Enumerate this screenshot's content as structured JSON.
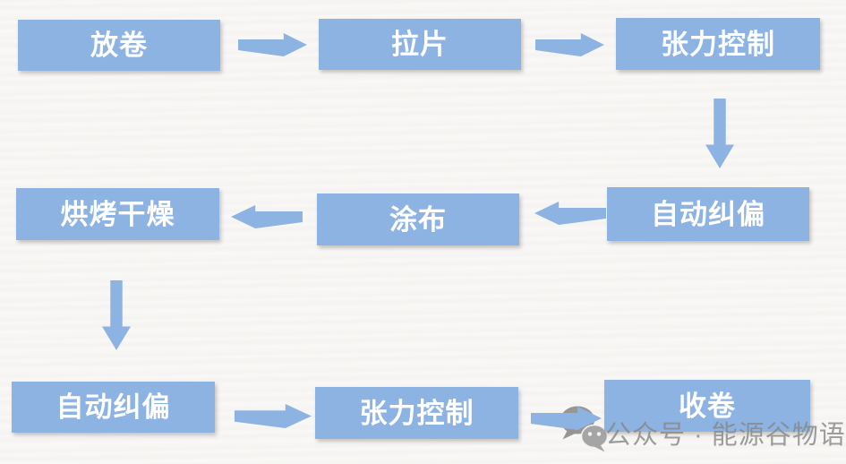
{
  "flowchart": {
    "title_hint": "coating-process-flow",
    "boxes": [
      {
        "id": "unwind",
        "label": "放卷"
      },
      {
        "id": "pull-sheet",
        "label": "拉片"
      },
      {
        "id": "tension-control-1",
        "label": "张力控制"
      },
      {
        "id": "auto-correction-1",
        "label": "自动纠偏"
      },
      {
        "id": "coating",
        "label": "涂布"
      },
      {
        "id": "bake-drying",
        "label": "烘烤干燥"
      },
      {
        "id": "auto-correction-2",
        "label": "自动纠偏"
      },
      {
        "id": "tension-control-2",
        "label": "张力控制"
      },
      {
        "id": "rewind",
        "label": "收卷"
      }
    ],
    "connections": [
      {
        "from": "放卷",
        "to": "拉片",
        "direction": "right"
      },
      {
        "from": "拉片",
        "to": "张力控制",
        "direction": "right"
      },
      {
        "from": "张力控制",
        "to": "自动纠偏",
        "direction": "down"
      },
      {
        "from": "自动纠偏",
        "to": "涂布",
        "direction": "left"
      },
      {
        "from": "涂布",
        "to": "烘烤干燥",
        "direction": "left"
      },
      {
        "from": "烘烤干燥",
        "to": "自动纠偏",
        "direction": "down"
      },
      {
        "from": "自动纠偏",
        "to": "张力控制",
        "direction": "right"
      },
      {
        "from": "张力控制",
        "to": "收卷",
        "direction": "right"
      }
    ],
    "colors": {
      "box_fill": "#8DB3E2",
      "box_text": "#FFFFFF",
      "arrow": "#8DB3E2",
      "background": "#F9F8F6",
      "watermark_text_color": "#878787"
    }
  },
  "watermark": {
    "icon": "wechat-icon",
    "text": "公众号 · 能源谷物语"
  }
}
